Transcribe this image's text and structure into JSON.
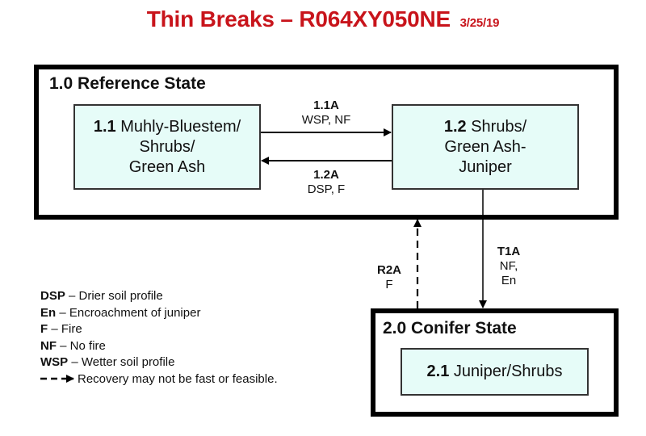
{
  "title": {
    "text": "Thin Breaks – R064XY050NE",
    "date": "3/25/19",
    "color": "#c8141b"
  },
  "states": [
    {
      "title": "1.0 Reference State",
      "phases": [
        {
          "code": "1.1",
          "lines": [
            "Muhly-Bluestem/",
            "Shrubs/",
            "Green Ash"
          ]
        },
        {
          "code": "1.2",
          "lines": [
            "Shrubs/",
            "Green Ash-",
            "Juniper"
          ]
        }
      ]
    },
    {
      "title": "2.0 Conifer State",
      "phases": [
        {
          "code": "2.1",
          "lines": [
            "Juniper/Shrubs"
          ]
        }
      ]
    }
  ],
  "transitions": [
    {
      "code": "1.1A",
      "drivers": "WSP, NF",
      "from": "1.1",
      "to": "1.2",
      "style": "solid"
    },
    {
      "code": "1.2A",
      "drivers": "DSP, F",
      "from": "1.2",
      "to": "1.1",
      "style": "solid"
    },
    {
      "code": "T1A",
      "drivers_lines": [
        "NF,",
        "En"
      ],
      "from": "1.2",
      "to": "2.0",
      "style": "solid"
    },
    {
      "code": "R2A",
      "drivers_lines": [
        "F"
      ],
      "from": "2.0",
      "to": "1.0",
      "style": "dashed"
    }
  ],
  "legend": [
    {
      "abbr": "DSP",
      "desc": "– Drier soil profile"
    },
    {
      "abbr": "En",
      "desc": "– Encroachment of juniper"
    },
    {
      "abbr": "F",
      "desc": "– Fire"
    },
    {
      "abbr": "NF",
      "desc": "– No fire"
    },
    {
      "abbr": "WSP",
      "desc": "– Wetter soil profile"
    }
  ],
  "legend_dashed": "Recovery may not be fast or feasible.",
  "colors": {
    "phase_fill": "#e6fcf8",
    "border": "#000000"
  }
}
